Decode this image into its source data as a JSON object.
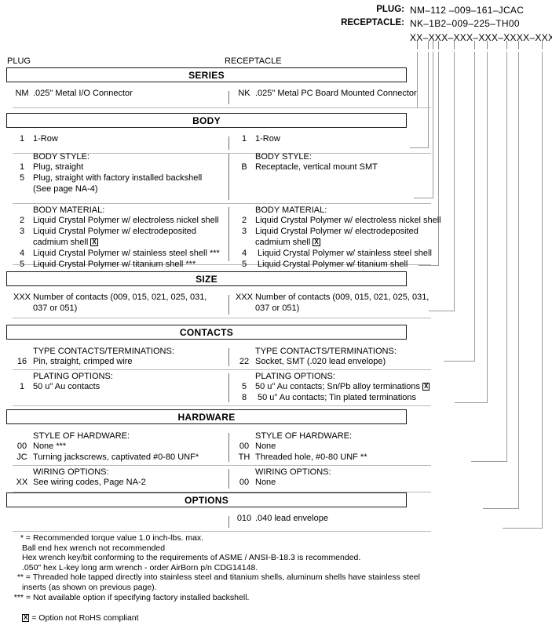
{
  "part_number_header": {
    "rows": [
      {
        "label": "PLUG:",
        "value": "NM–112 –009–161–JCAC"
      },
      {
        "label": "RECEPTACLE:",
        "value": "NK–1B2–009–225–TH00"
      },
      {
        "label": "",
        "value": "XX–XXX–XXX–XXX–XXXX–XXX"
      }
    ]
  },
  "column_headers": {
    "left": "PLUG",
    "right": "RECEPTACLE"
  },
  "sections": [
    {
      "title": "SERIES",
      "left": {
        "groups": [
          {
            "title": "",
            "options": [
              {
                "code": "NM",
                "text": ".025\" Metal I/O Connector"
              }
            ]
          }
        ]
      },
      "right": {
        "groups": [
          {
            "title": "",
            "options": [
              {
                "code": "NK",
                "text": ".025\" Metal PC Board Mounted Connector"
              }
            ]
          }
        ]
      }
    },
    {
      "title": "BODY",
      "left": {
        "groups": [
          {
            "title": "",
            "options": [
              {
                "code": "1",
                "text": "1-Row"
              }
            ]
          }
        ]
      },
      "right": {
        "groups": [
          {
            "title": "",
            "options": [
              {
                "code": "1",
                "text": "1-Row"
              }
            ]
          }
        ]
      }
    },
    {
      "title": "",
      "left": {
        "groups": [
          {
            "title": "BODY STYLE:",
            "options": [
              {
                "code": "1",
                "text": "Plug, straight"
              },
              {
                "code": "5",
                "text": "Plug, straight with factory installed backshell",
                "cont": "(See page NA-4)"
              }
            ]
          }
        ]
      },
      "right": {
        "groups": [
          {
            "title": "BODY STYLE:",
            "options": [
              {
                "code": "B",
                "text": "Receptacle, vertical mount SMT"
              }
            ]
          }
        ]
      }
    },
    {
      "title": "",
      "left": {
        "groups": [
          {
            "title": "BODY MATERIAL:",
            "options": [
              {
                "code": "2",
                "text": "Liquid Crystal Polymer w/ electroless nickel shell"
              },
              {
                "code": "3",
                "text": "Liquid Crystal Polymer w/ electrodeposited",
                "cont": "cadmium shell",
                "cont_xbox": true
              },
              {
                "code": "4",
                "text": "Liquid Crystal Polymer w/ stainless steel shell ***"
              },
              {
                "code": "5",
                "text": "Liquid Crystal Polymer w/ titanium shell ***"
              }
            ]
          }
        ]
      },
      "right": {
        "groups": [
          {
            "title": "BODY MATERIAL:",
            "options": [
              {
                "code": "2",
                "text": "Liquid Crystal Polymer w/ electroless nickel shell"
              },
              {
                "code": "3",
                "text": "Liquid Crystal Polymer w/ electrodeposited",
                "cont": "cadmium shell",
                "cont_xbox": true
              },
              {
                "code": "4",
                "text": "Liquid Crystal Polymer w/ stainless steel shell",
                "indent": true
              },
              {
                "code": "5",
                "text": "Liquid Crystal Polymer w/ titanium shell",
                "indent": true
              }
            ]
          }
        ]
      }
    },
    {
      "title": "SIZE",
      "left": {
        "groups": [
          {
            "title": "",
            "options": [
              {
                "code": "XXX",
                "text": "Number of contacts (009, 015, 021, 025, 031,",
                "cont": "037 or 051)"
              }
            ]
          }
        ]
      },
      "right": {
        "groups": [
          {
            "title": "",
            "options": [
              {
                "code": "XXX",
                "text": "Number of contacts (009, 015, 021, 025, 031,",
                "cont": "037 or 051)"
              }
            ]
          }
        ]
      }
    },
    {
      "title": "CONTACTS",
      "left": {
        "groups": [
          {
            "title": "TYPE CONTACTS/TERMINATIONS:",
            "options": [
              {
                "code": "16",
                "text": "Pin, straight, crimped wire"
              }
            ]
          }
        ]
      },
      "right": {
        "groups": [
          {
            "title": "TYPE CONTACTS/TERMINATIONS:",
            "options": [
              {
                "code": "22",
                "text": "Socket, SMT (.020 lead envelope)"
              }
            ]
          }
        ]
      }
    },
    {
      "title": "",
      "left": {
        "groups": [
          {
            "title": "PLATING OPTIONS:",
            "options": [
              {
                "code": "1",
                "text": "50 u\" Au contacts"
              }
            ]
          }
        ]
      },
      "right": {
        "groups": [
          {
            "title": "PLATING OPTIONS:",
            "options": [
              {
                "code": "5",
                "text": "50 u\" Au contacts; Sn/Pb alloy terminations",
                "xbox": true
              },
              {
                "code": "8",
                "text": "50 u\" Au contacts; Tin plated terminations",
                "indent": true
              }
            ]
          }
        ]
      }
    },
    {
      "title": "HARDWARE",
      "left": {
        "groups": [
          {
            "title": "STYLE OF HARDWARE:",
            "options": [
              {
                "code": "00",
                "text": "None  ***"
              },
              {
                "code": "JC",
                "text": "Turning jackscrews, captivated #0-80 UNF*"
              }
            ]
          }
        ]
      },
      "right": {
        "groups": [
          {
            "title": "STYLE OF HARDWARE:",
            "options": [
              {
                "code": "00",
                "text": "None"
              },
              {
                "code": "TH",
                "text": "Threaded hole, #0-80 UNF  **"
              }
            ]
          }
        ]
      }
    },
    {
      "title": "",
      "left": {
        "groups": [
          {
            "title": "WIRING OPTIONS:",
            "options": [
              {
                "code": "XX",
                "text": "See wiring codes, Page NA-2"
              }
            ]
          }
        ]
      },
      "right": {
        "groups": [
          {
            "title": "WIRING OPTIONS:",
            "options": [
              {
                "code": "00",
                "text": "None"
              }
            ]
          }
        ]
      }
    },
    {
      "title": "OPTIONS",
      "left": {
        "groups": [
          {
            "title": "",
            "options": []
          }
        ]
      },
      "right": {
        "groups": [
          {
            "title": "",
            "options": [
              {
                "code": "010",
                "text": ".040 lead envelope"
              }
            ]
          }
        ]
      }
    }
  ],
  "footnotes": [
    {
      "marker": "*",
      "lines": [
        "= Recommended torque value 1.0 inch-lbs. max.",
        "Ball end hex wrench not recommended",
        "Hex wrench key/bit conforming to the requirements of ASME / ANSI-B-18.3 is recommended.",
        ".050\" hex L-key long arm wrench - order AirBorn p/n CDG14148."
      ]
    },
    {
      "marker": "**",
      "lines": [
        "= Threaded hole tapped directly into stainless steel and titanium shells, aluminum shells have stainless steel",
        "inserts (as shown on previous page)."
      ]
    },
    {
      "marker": "***",
      "lines": [
        "= Not available option if specifying factory installed backshell."
      ]
    }
  ],
  "rohs_note": {
    "symbol": "X",
    "text": "= Option not RoHS compliant"
  },
  "colors": {
    "ink": "#000000",
    "rule": "#b9b9b9",
    "leader": "#9a9a9a",
    "box_border": "#1a1a1a"
  }
}
